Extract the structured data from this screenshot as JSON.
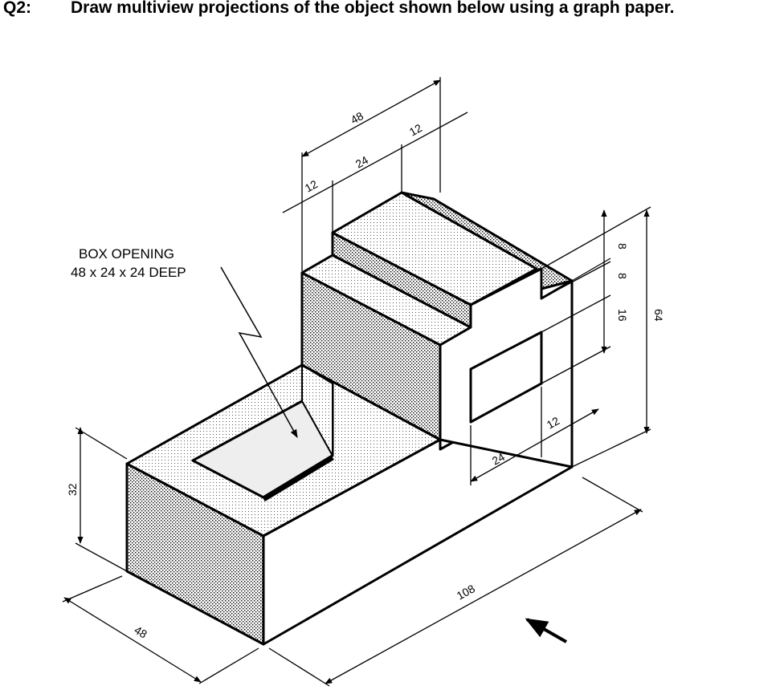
{
  "question": {
    "number": "Q2:",
    "text": "Draw multiview projections of the object shown below using a graph paper."
  },
  "annotation": {
    "line1": "BOX OPENING",
    "line2": "48 x 24 x 24 DEEP"
  },
  "dimensions": {
    "top_overall": "48",
    "top_left": "12",
    "top_middle": "24",
    "top_right": "12",
    "right_top_a": "8",
    "right_top_b": "8",
    "right_mid": "16",
    "right_overall": "64",
    "window_width": "24",
    "window_offset": "12",
    "length": "108",
    "left_height": "32",
    "left_width": "48"
  }
}
